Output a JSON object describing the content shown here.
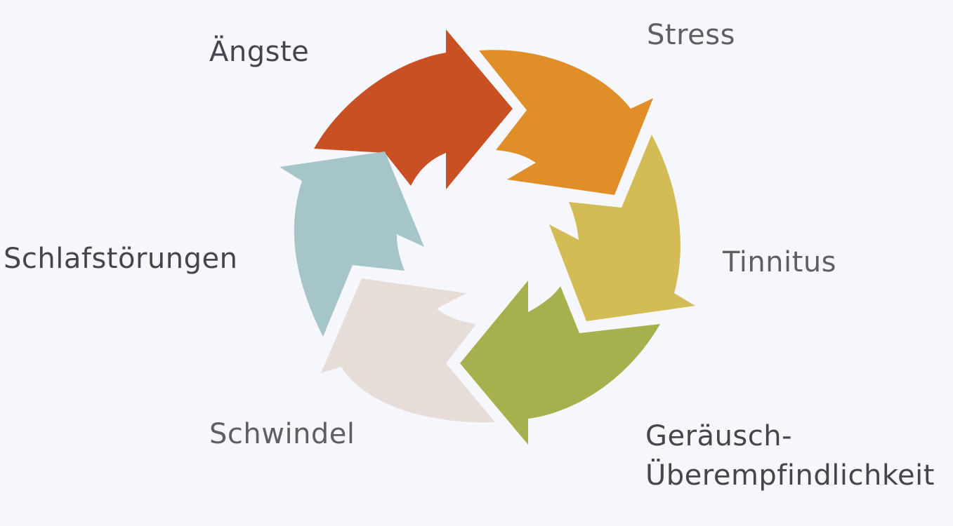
{
  "diagram": {
    "type": "cycle",
    "direction": "clockwise",
    "stages": [
      {
        "id": "angste",
        "label": "Ängste",
        "color": "#c85022"
      },
      {
        "id": "stress",
        "label": "Stress",
        "color": "#e08f28"
      },
      {
        "id": "tinnitus",
        "label": "Tinnitus",
        "color": "#d3bc55"
      },
      {
        "id": "gerausch",
        "label_line1": "Geräusch-",
        "label_line2": "Überempfindlichkeit",
        "color": "#a6b04c"
      },
      {
        "id": "schwindel",
        "label": "Schwindel",
        "color": "#e7ddd8"
      },
      {
        "id": "schlaf",
        "label": "Schlafstörungen",
        "color": "#a5c5c9"
      }
    ],
    "background": "#f6f7fd"
  }
}
